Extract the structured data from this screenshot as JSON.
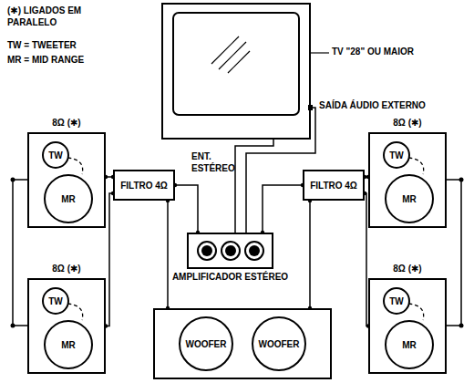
{
  "diagram": {
    "nodes": [
      {
        "text": [
          "8Ω (✱)"
        ]
      },
      {
        "text": [
          "TW"
        ],
        "in": 0
      },
      {
        "text": [
          "MR"
        ],
        "in": 0
      },
      {
        "text": [
          "FILTRO 4Ω"
        ]
      },
      {
        "text": [
          "AMPLIFICADOR ESTÉREO"
        ]
      },
      {
        "text": [
          "FILTRO 4Ω"
        ]
      },
      {
        "text": [
          "8Ω (✱)"
        ]
      },
      {
        "text": [
          "TW"
        ],
        "in": 6
      },
      {
        "text": [
          "MR"
        ],
        "in": 6
      },
      {
        "text": [
          "8Ω (✱)"
        ]
      },
      {
        "text": [
          "TW"
        ],
        "in": 9
      },
      {
        "text": [
          "MR"
        ],
        "in": 9
      },
      {
        "text": []
      },
      {
        "text": [
          "WOOFER"
        ],
        "in": 12
      },
      {
        "text": [
          "WOOFER"
        ],
        "in": 12
      },
      {
        "text": [
          "8Ω (✱)"
        ]
      },
      {
        "text": [
          "TW"
        ],
        "in": 15
      },
      {
        "text": [
          "MR"
        ],
        "in": 15
      }
    ],
    "edges": [
      {
        "from": 4,
        "to": 3,
        "arrow": "none"
      },
      {
        "from": 4,
        "to": 5,
        "arrow": "none"
      },
      {
        "from": 3,
        "to": 0,
        "arrow": "none"
      },
      {
        "from": 3,
        "to": 9,
        "arrow": "none"
      },
      {
        "from": 5,
        "to": 6,
        "arrow": "none"
      },
      {
        "from": 5,
        "to": 15,
        "arrow": "none"
      },
      {
        "from": 3,
        "to": 12,
        "arrow": "none"
      },
      {
        "from": 5,
        "to": 12,
        "arrow": "none"
      }
    ],
    "labels": [
      "(✱) LIGADOS EM PARALELO",
      "TW = TWEETER",
      "MR = MID RANGE",
      "TV \"28\" OU MAIOR",
      "SAÍDA ÁUDIO EXTERNO",
      "ENT. ESTÉREO"
    ]
  }
}
